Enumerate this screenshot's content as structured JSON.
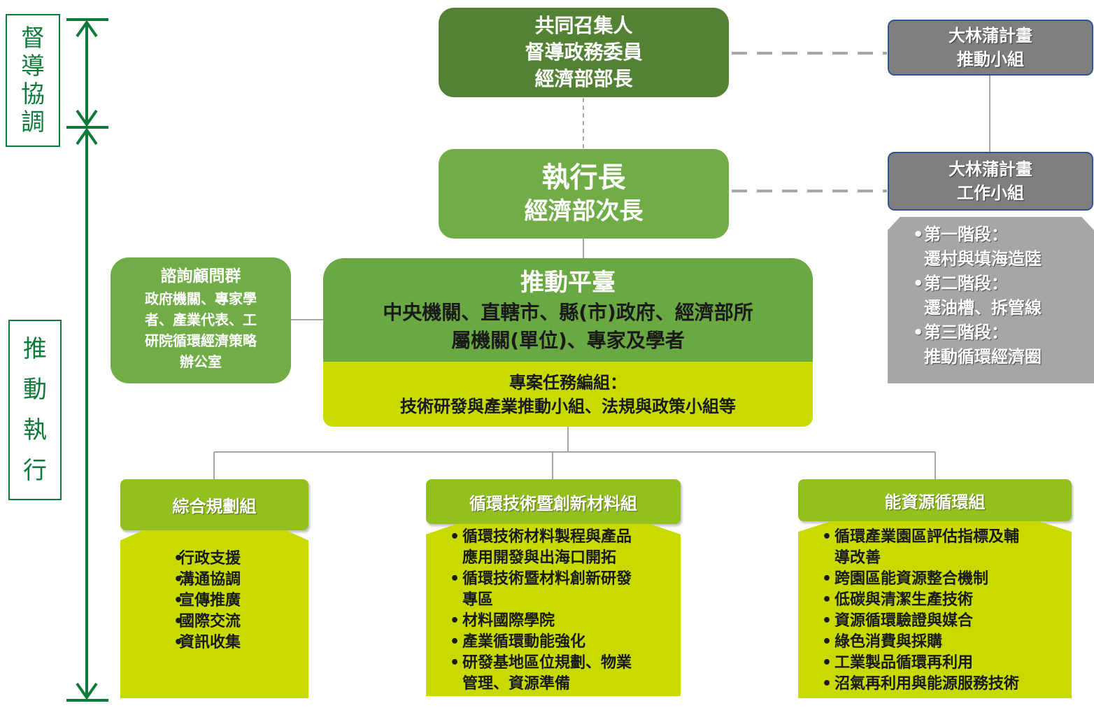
{
  "side_labels": {
    "supervise": [
      "督",
      "導",
      "協",
      "調"
    ],
    "execute": [
      "推",
      "動",
      "執",
      "行"
    ]
  },
  "convener": {
    "lines": [
      "共同召集人",
      "督導政務委員",
      "經濟部部長"
    ]
  },
  "ceo": {
    "title": "執行長",
    "subtitle": "經濟部次長"
  },
  "dalinpu_promotion": {
    "lines": [
      "大林蒲計畫",
      "推動小組"
    ]
  },
  "dalinpu_work": {
    "lines": [
      "大林蒲計畫",
      "工作小組"
    ]
  },
  "stages": [
    {
      "label": "第一階段：",
      "detail": "遷村與填海造陸"
    },
    {
      "label": "第二階段：",
      "detail": "遷油槽、拆管線"
    },
    {
      "label": "第三階段：",
      "detail": "推動循環經濟圈"
    }
  ],
  "advisory": {
    "title": "諮詢顧問群",
    "body": [
      "政府機關、專家學",
      "者、產業代表、工",
      "研院循環經濟策略",
      "辦公室"
    ]
  },
  "platform": {
    "title": "推動平臺",
    "line1": "中央機關、直轄市、縣(市)政府、經濟部所",
    "line2": "屬機關(單位)、專家及學者"
  },
  "task_force": {
    "line1": "專案任務編組：",
    "line2": "技術研發與產業推動小組、法規與政策小組等"
  },
  "groups": [
    {
      "name": "綜合規劃組",
      "items": [
        [
          "行政支援"
        ],
        [
          "溝通協調"
        ],
        [
          "宣傳推廣"
        ],
        [
          "國際交流"
        ],
        [
          "資訊收集"
        ]
      ]
    },
    {
      "name": "循環技術暨創新材料組",
      "items": [
        [
          "循環技術材料製程與產品",
          "應用開發與出海口開拓"
        ],
        [
          "循環技術暨材料創新研發",
          "專區"
        ],
        [
          "材料國際學院"
        ],
        [
          "產業循環動能強化"
        ],
        [
          "研發基地區位規劃、物業",
          "管理、資源準備"
        ]
      ]
    },
    {
      "name": "能資源循環組",
      "items": [
        [
          "循環產業園區評估指標及輔",
          "導改善"
        ],
        [
          "跨園區能資源整合機制"
        ],
        [
          "低碳與清潔生產技術"
        ],
        [
          "資源循環驗證與媒合"
        ],
        [
          "綠色消費與採購"
        ],
        [
          "工業製品循環再利用"
        ],
        [
          "沼氣再利用與能源服務技術"
        ]
      ]
    }
  ],
  "colors": {
    "dark_green": "#548235",
    "mid_green": "#70ad47",
    "lime": "#c8da00",
    "group_head": "#92c01f",
    "gray": "#7f7f7f",
    "light_gray": "#a6a6a6",
    "arrow_green": "#0e7a3a"
  }
}
